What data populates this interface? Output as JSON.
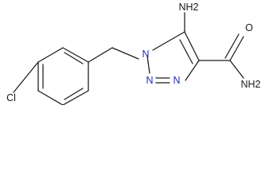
{
  "molecule": {
    "atoms": {
      "cl": "Cl",
      "n1": "N",
      "n2": "N",
      "n3": "N",
      "amino": "NH2",
      "carbonyl_o": "O",
      "amide_n": "NH2"
    }
  },
  "colors": {
    "bond": "#1a1a1a",
    "nitrogen": "#1f2fb8",
    "text": "#1a1a1a"
  }
}
